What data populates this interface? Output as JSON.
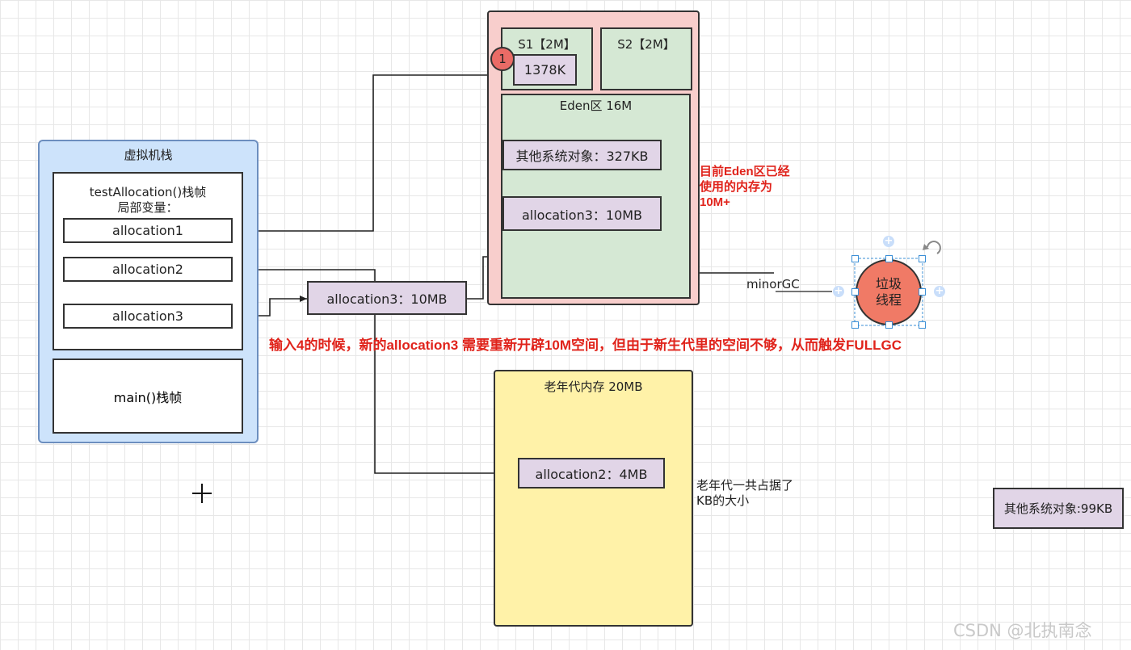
{
  "stack": {
    "title": "虚拟机栈",
    "frame_test": {
      "title_line1": "testAllocation()栈帧",
      "title_line2": "局部变量："
    },
    "vars": [
      "allocation1",
      "allocation2",
      "allocation3"
    ],
    "frame_main": "main()栈帧"
  },
  "young_gen": {
    "s1_label": "S1【2M】",
    "s1_value": "1378K",
    "s2_label": "S2【2M】",
    "eden_label": "Eden区 16M",
    "eden_obj1": "其他系统对象：327KB",
    "eden_obj2": "allocation3：10MB"
  },
  "marker_label": "1",
  "eden_note": [
    "目前Eden区已经",
    "使用的内存为",
    "10M+"
  ],
  "new_alloc": "allocation3：10MB",
  "main_note": "输入4的时候，新的allocation3 需要重新开辟10M空间，但由于新生代里的空间不够，从而触发FULLGC",
  "minor_gc": "minorGC",
  "gc_thread": [
    "垃圾",
    "线程"
  ],
  "old_gen": {
    "label": "老年代内存 20MB",
    "obj": "allocation2：4MB",
    "note": [
      "老年代一共占据了",
      "KB的大小"
    ]
  },
  "other_obj": "其他系统对象:99KB",
  "watermark": "CSDN @北执南念",
  "colors": {
    "stack_bg": "#cde3fb",
    "young_bg": "#f8cecc",
    "eden_bg": "#d5e8d4",
    "object_bg": "#e1d5e7",
    "old_bg": "#fff2a8",
    "note_red": "#e0231b",
    "gc_circle": "#f07a66"
  }
}
